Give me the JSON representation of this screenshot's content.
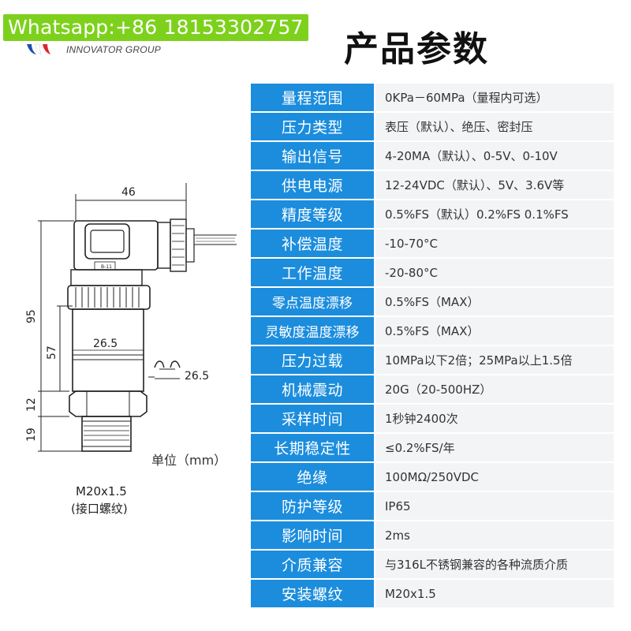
{
  "watermark": {
    "text": "Whatsapp:+86 18153302757"
  },
  "brand": {
    "name": "INNOVATOR GROUP"
  },
  "page": {
    "title": "产品参数"
  },
  "drawing": {
    "dim_width": "46",
    "dim_height_total": "95",
    "dim_body": "57",
    "dim_hex": "12",
    "dim_thread": "19",
    "dim_diameter": "26.5",
    "dim_hex_width": "26.5",
    "connector_mark": "B-11",
    "unit_label": "单位（mm）",
    "thread_label": "M20x1.5",
    "thread_note": "(接口螺纹)"
  },
  "specs": [
    {
      "label": "量程范围",
      "value": "0KPa－60MPa（量程内可选）"
    },
    {
      "label": "压力类型",
      "value": "表压（默认）、绝压、密封压"
    },
    {
      "label": "输出信号",
      "value": "4-20MA（默认）、0-5V、0-10V"
    },
    {
      "label": "供电电源",
      "value": "12-24VDC（默认）、5V、3.6V等"
    },
    {
      "label": "精度等级",
      "value": "0.5%FS（默认）0.2%FS 0.1%FS"
    },
    {
      "label": "补偿温度",
      "value": "-10-70°C"
    },
    {
      "label": "工作温度",
      "value": "-20-80°C"
    },
    {
      "label": "零点温度漂移",
      "value": "0.5%FS（MAX）"
    },
    {
      "label": "灵敏度温度漂移",
      "value": "0.5%FS（MAX）"
    },
    {
      "label": "压力过载",
      "value": "10MPa以下2倍；25MPa以上1.5倍"
    },
    {
      "label": "机械震动",
      "value": "20G（20-500HZ）"
    },
    {
      "label": "采样时间",
      "value": "1秒钟2400次"
    },
    {
      "label": "长期稳定性",
      "value": "≤0.2%FS/年"
    },
    {
      "label": "绝缘",
      "value": "100MΩ/250VDC"
    },
    {
      "label": "防护等级",
      "value": "IP65"
    },
    {
      "label": "影响时间",
      "value": "2ms"
    },
    {
      "label": "介质兼容",
      "value": "与316L不锈钢兼容的各种流质介质"
    },
    {
      "label": "安装螺纹",
      "value": "M20x1.5"
    }
  ],
  "colors": {
    "label_bg": "#1c8ddd",
    "value_bg": "#f3f4f6",
    "watermark_bg": "#7dd11c"
  }
}
